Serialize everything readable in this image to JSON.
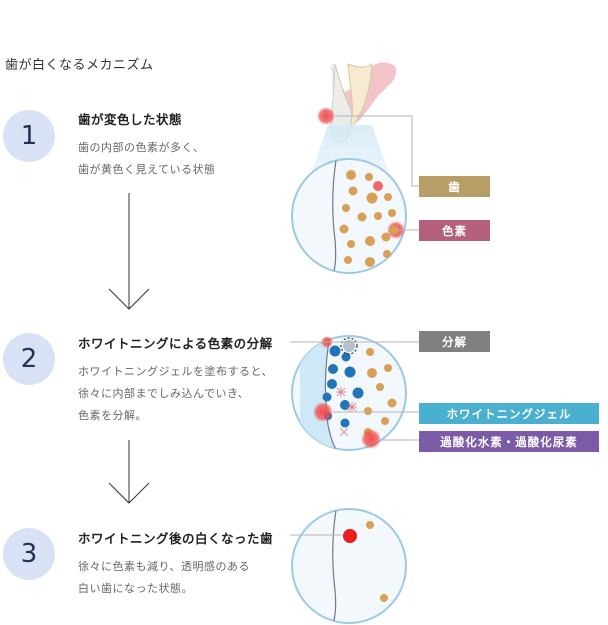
{
  "title": "歯が白くなるメカニズム",
  "steps": [
    {
      "number": "1",
      "heading": "歯が変色した状態",
      "desc_lines": [
        "歯の内部の色素が多く、",
        "歯が黄色く見えている状態"
      ]
    },
    {
      "number": "2",
      "heading": "ホワイトニングによる色素の分解",
      "desc_lines": [
        "ホワイトニングジェルを塗布すると、",
        "徐々に内部までしみ込んでいき、",
        "色素を分解。"
      ]
    },
    {
      "number": "3",
      "heading": "ホワイトニング後の白くなった歯",
      "desc_lines": [
        "徐々に色素も減り、透明感のある",
        "白い歯になった状態。"
      ]
    }
  ],
  "labels": {
    "tooth": "歯",
    "pigment": "色素",
    "decompose": "分解",
    "whitening_gel": "ホワイトニングジェル",
    "peroxide": "過酸化水素・過酸化尿素"
  },
  "colors": {
    "step_circle": "#d9e1f5",
    "tooth_label": "#b79e67",
    "pigment_label": "#b4607a",
    "decompose_label": "#808080",
    "gel_label": "#4ab0d0",
    "peroxide_label": "#7b5aa8",
    "pigment_dot": "#d9a055",
    "blue_dot": "#1f75b8",
    "highlight_red": "#f04e4e"
  }
}
